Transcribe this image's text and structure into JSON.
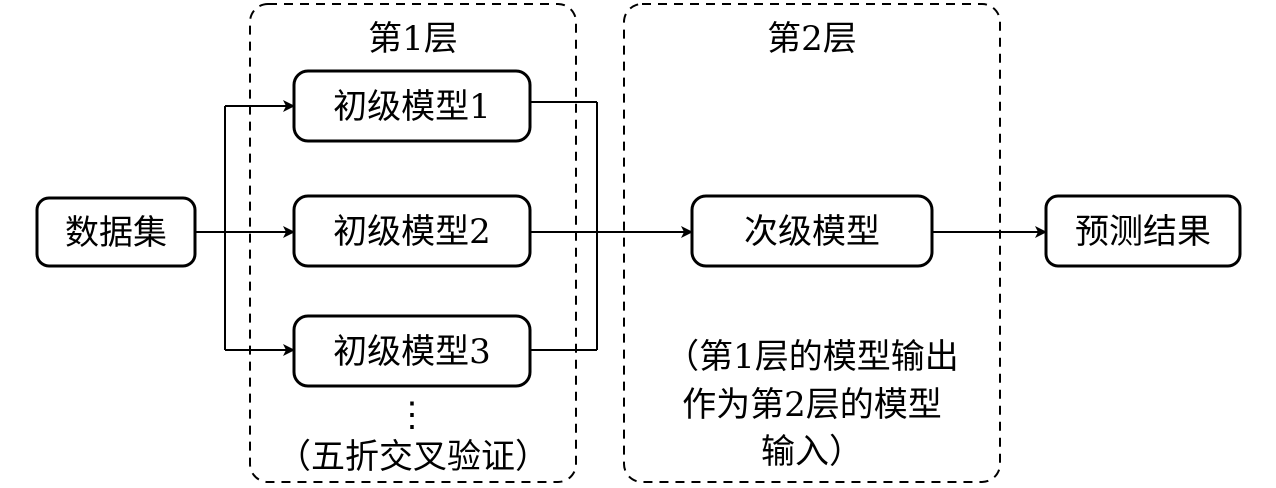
{
  "layer1": {
    "title": "第1层",
    "note": "（五折交叉验证）",
    "ellipsis": "⋮"
  },
  "layer2": {
    "title": "第2层",
    "note_lines": [
      "（第1层的模型输出",
      "作为第2层的模型",
      "输入）"
    ]
  },
  "nodes": {
    "dataset": "数据集",
    "base_models": [
      "初级模型1",
      "初级模型2",
      "初级模型3"
    ],
    "meta_model": "次级模型",
    "result": "预测结果"
  }
}
